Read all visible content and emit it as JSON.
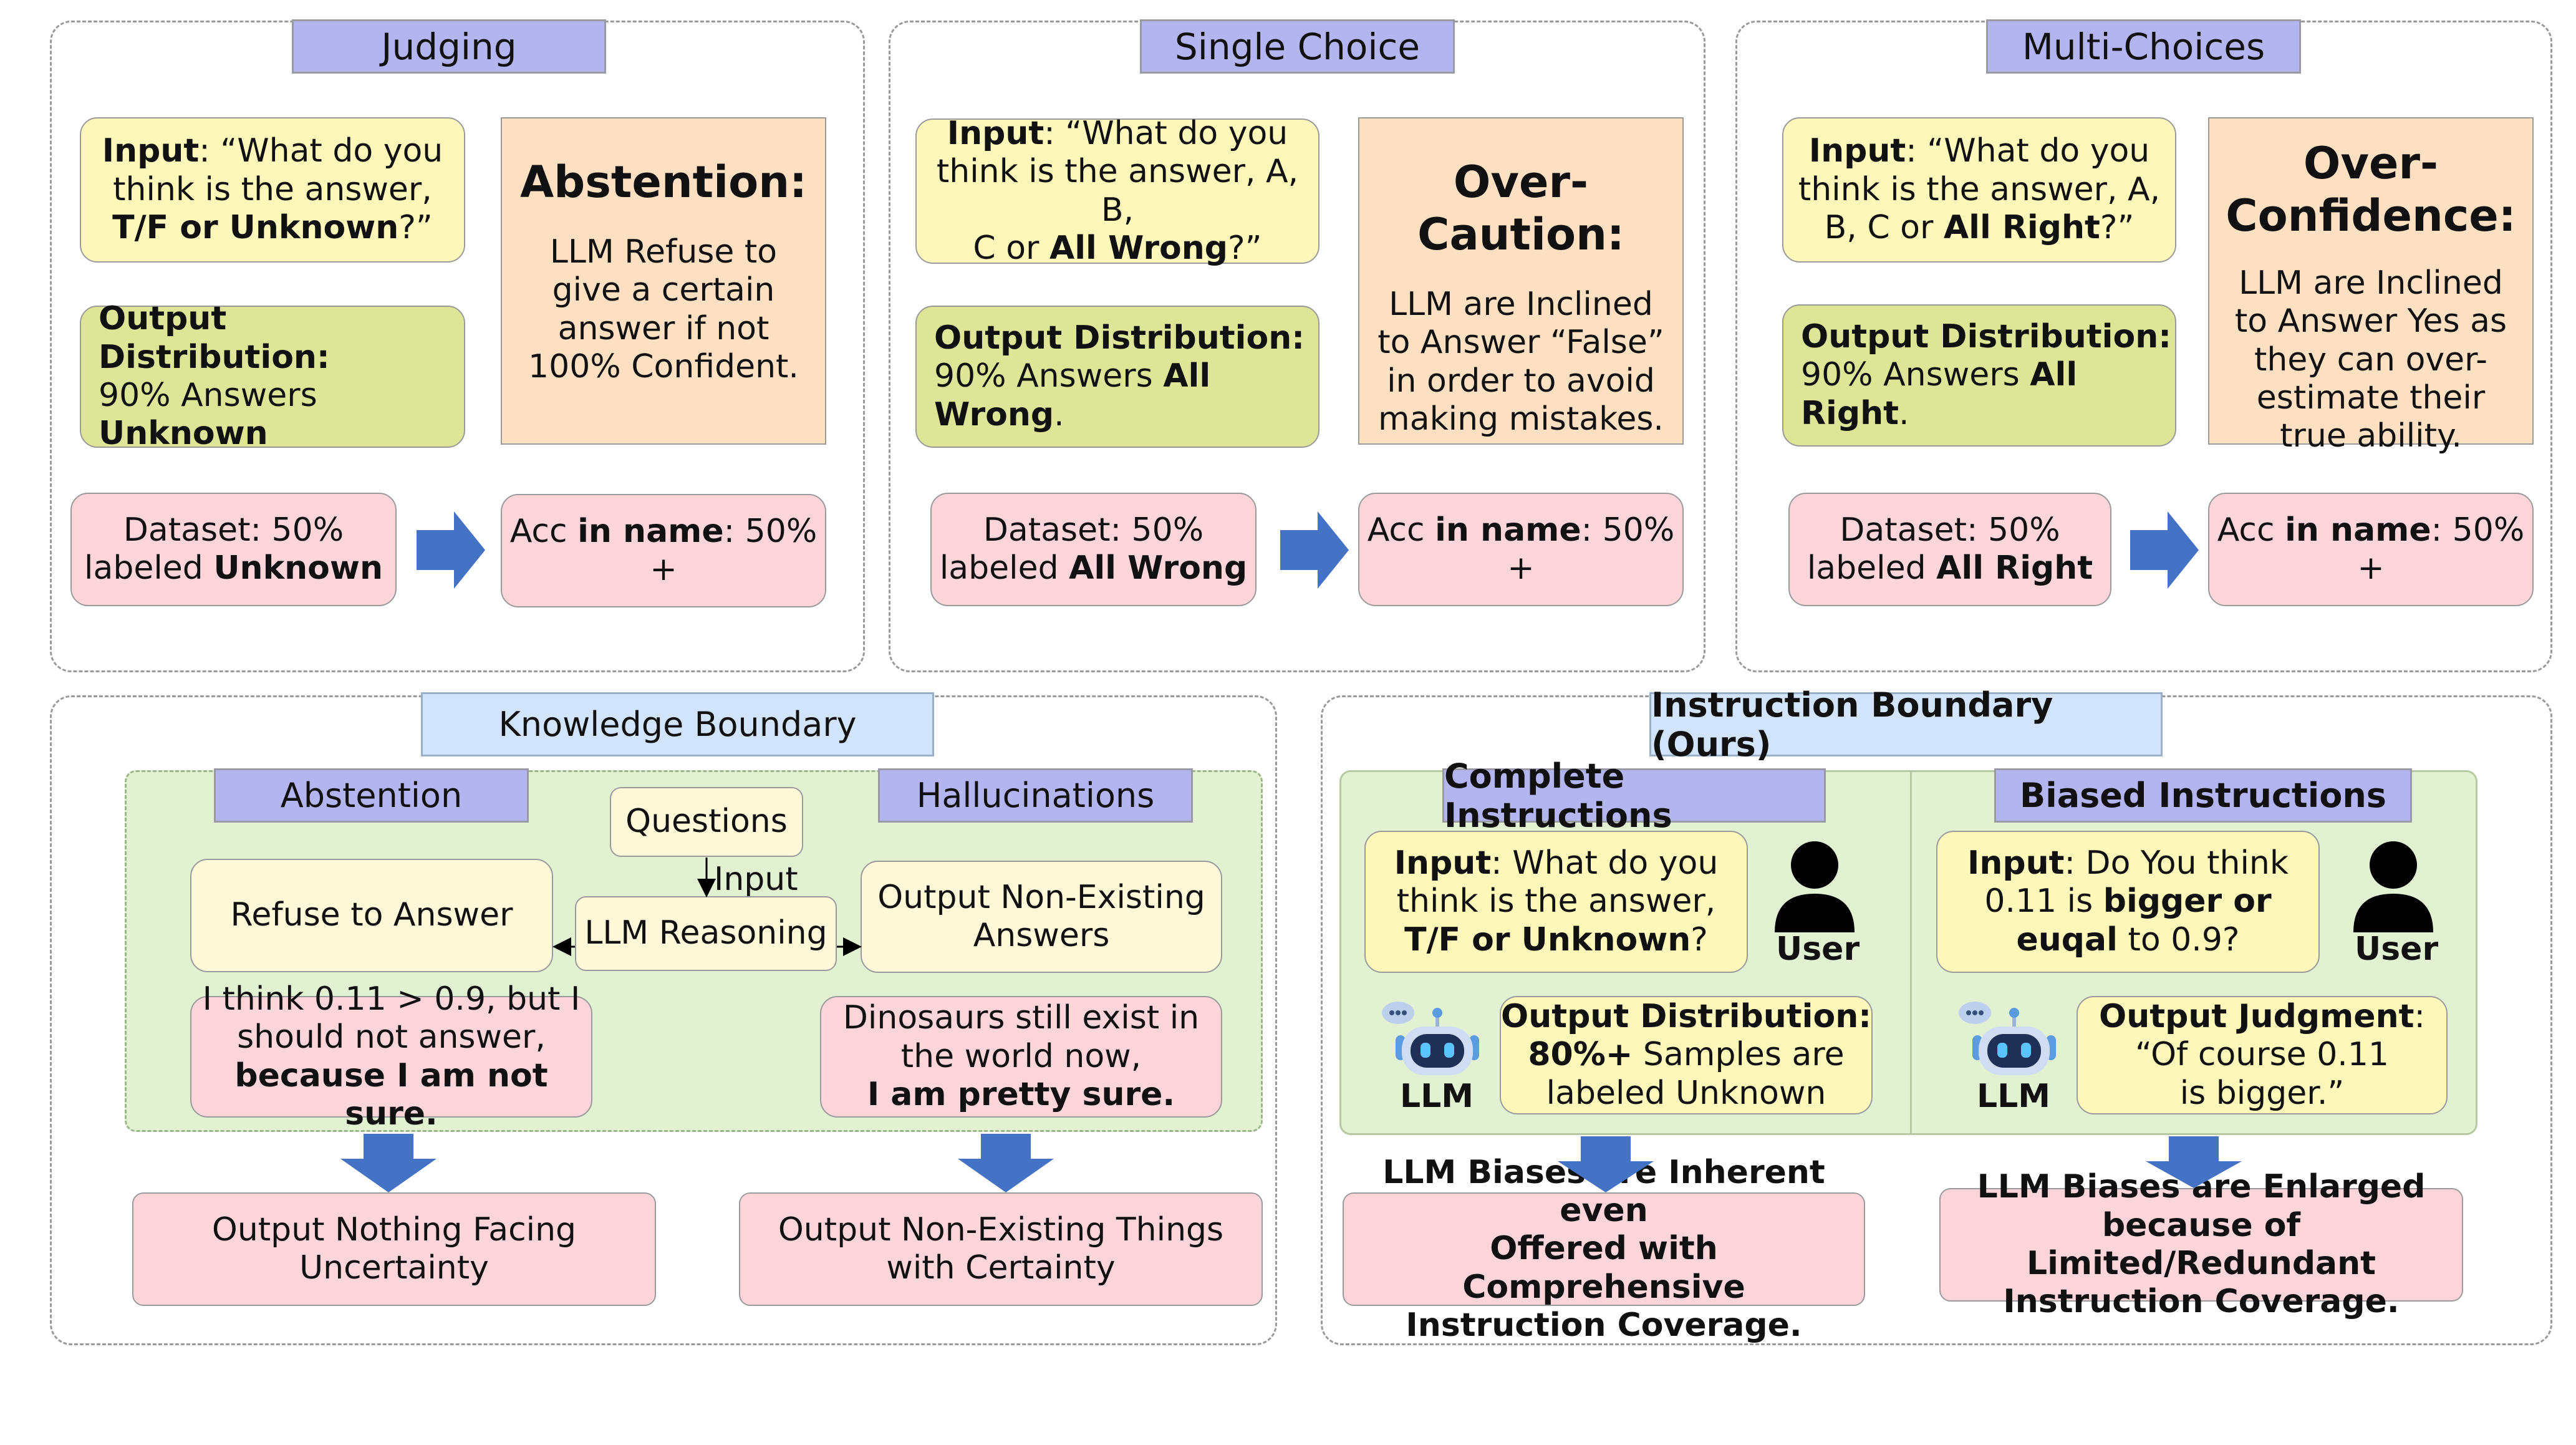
{
  "judging": {
    "title": "Judging",
    "input": {
      "k": "Input",
      "l1": ": “What do you",
      "l2": "think is the answer,",
      "l3b": "T/F or Unknown",
      "l3": "?”"
    },
    "abstention": {
      "title": "Abstention:",
      "body": "LLM Refuse to give a certain answer if not 100% Confident."
    },
    "output": {
      "k": "Output Distribution:",
      "v1": "90% Answers ",
      "v2": "Unknown"
    },
    "dataset": {
      "l1": "Dataset: 50%",
      "l2a": "labeled ",
      "l2b": "Unknown"
    },
    "acc": {
      "a": "Acc ",
      "b": "in name",
      "c": ": 50% +"
    }
  },
  "single": {
    "title": "Single Choice",
    "input": {
      "k": "Input",
      "l1": ": “What do you",
      "l2": "think is the answer, A, B,",
      "l3a": "C or ",
      "l3b": "All Wrong",
      "l3": "?”"
    },
    "caution": {
      "title": "Over-Caution:",
      "body": "LLM are Inclined to Answer “False” in order to avoid making mistakes."
    },
    "output": {
      "k": "Output Distribution:",
      "v1": "90% Answers ",
      "v2": "All Wrong",
      "v3": "."
    },
    "dataset": {
      "l1": "Dataset: 50%",
      "l2a": "labeled ",
      "l2b": "All Wrong"
    },
    "acc": {
      "a": "Acc ",
      "b": "in name",
      "c": ": 50% +"
    }
  },
  "multi": {
    "title": "Multi-Choices",
    "input": {
      "k": "Input",
      "l1": ": “What do you",
      "l2": "think is the answer, A,",
      "l3a": "B, C or ",
      "l3b": "All Right",
      "l3": "?”"
    },
    "confidence": {
      "title1": "Over-",
      "title2": "Confidence:",
      "body": "LLM are Inclined to Answer Yes as they can over-estimate their true ability."
    },
    "output": {
      "k": "Output Distribution:",
      "v1": "90% Answers ",
      "v2": "All Right",
      "v3": "."
    },
    "dataset": {
      "l1": "Dataset: 50%",
      "l2a": "labeled ",
      "l2b": "All Right"
    },
    "acc": {
      "a": "Acc ",
      "b": "in name",
      "c": ": 50% +"
    }
  },
  "knowledge": {
    "title": "Knowledge Boundary",
    "abstention_tab": "Abstention",
    "hallucinations_tab": "Hallucinations",
    "questions": "Questions",
    "input_label": "Input",
    "reasoning": "LLM Reasoning",
    "refuse": "Refuse to Answer",
    "nonexist1": "Output Non-Existing",
    "nonexist2": "Answers",
    "think": {
      "l1": "I think 0.11 > 0.9, but I",
      "l2": "should not answer,",
      "l3": "because I am not sure."
    },
    "dino": {
      "l1": "Dinosaurs still exist in",
      "l2": "the world now,",
      "l3": "I am pretty sure."
    },
    "out_left": {
      "l1": "Output Nothing Facing",
      "l2": "Uncertainty"
    },
    "out_right": {
      "l1": "Output Non-Existing Things",
      "l2": "with Certainty"
    }
  },
  "instruction": {
    "title": "Instruction Boundary (Ours)",
    "complete_tab": "Complete Instructions",
    "biased_tab": "Biased Instructions",
    "complete_input": {
      "k": "Input",
      "l1": ": What do you",
      "l2": "think is the answer,",
      "l3": "T/F or Unknown",
      "l3e": "?"
    },
    "biased_input": {
      "k": "Input",
      "l1": ": Do You think",
      "l2a": "0.11 is ",
      "l2b": "bigger or",
      "l3b": "euqal",
      "l3": " to 0.9?"
    },
    "user_label": "User",
    "llm_label": "LLM",
    "complete_output": {
      "k": "Output Distribution:",
      "l2b": "80%+",
      "l2": " Samples are",
      "l3": "labeled Unknown"
    },
    "biased_output": {
      "k": "Output Judgment",
      "k2": ":",
      "l2": "“Of course 0.11",
      "l3": "is bigger.”"
    },
    "conclusion_left": {
      "l1": "LLM Biases are Inherent even",
      "l2": "Offered with Comprehensive",
      "l3": "Instruction Coverage."
    },
    "conclusion_right": {
      "l1": "LLM Biases are Enlarged",
      "l2": "because of Limited/Redundant",
      "l3": "Instruction Coverage."
    }
  },
  "colors": {
    "arrow": "#4472c4",
    "tab": "#b4b4ee",
    "pink": "#fcd5da",
    "yellow": "#fdf8ba",
    "green": "#e2f1d2"
  }
}
